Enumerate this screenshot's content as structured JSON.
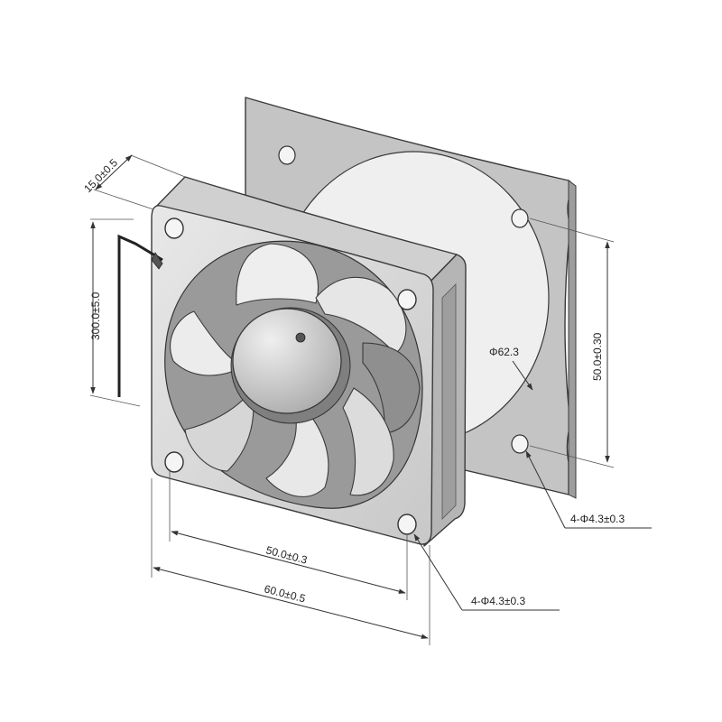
{
  "dimensions": {
    "thickness": "15.0±0.5",
    "cable_length": "300.0±5.0",
    "hole_pitch_bottom": "50.0±0.3",
    "frame_width": "60.0±0.5",
    "hole_spec_front": "4-Φ4.3±0.3",
    "hole_spec_back": "4-Φ4.3±0.3",
    "hole_pitch_side": "50.0±0.30",
    "guard_diameter": "Φ62.3"
  },
  "colors": {
    "frame_face": "#d9d9d9",
    "frame_side": "#b5b5b5",
    "plate": "#c4c4c4",
    "plate_opening": "#efefef",
    "blade_light": "#e6e6e6",
    "blade_dark": "#8f8f8f",
    "hub": "#c9c9c9",
    "line": "#333333"
  }
}
